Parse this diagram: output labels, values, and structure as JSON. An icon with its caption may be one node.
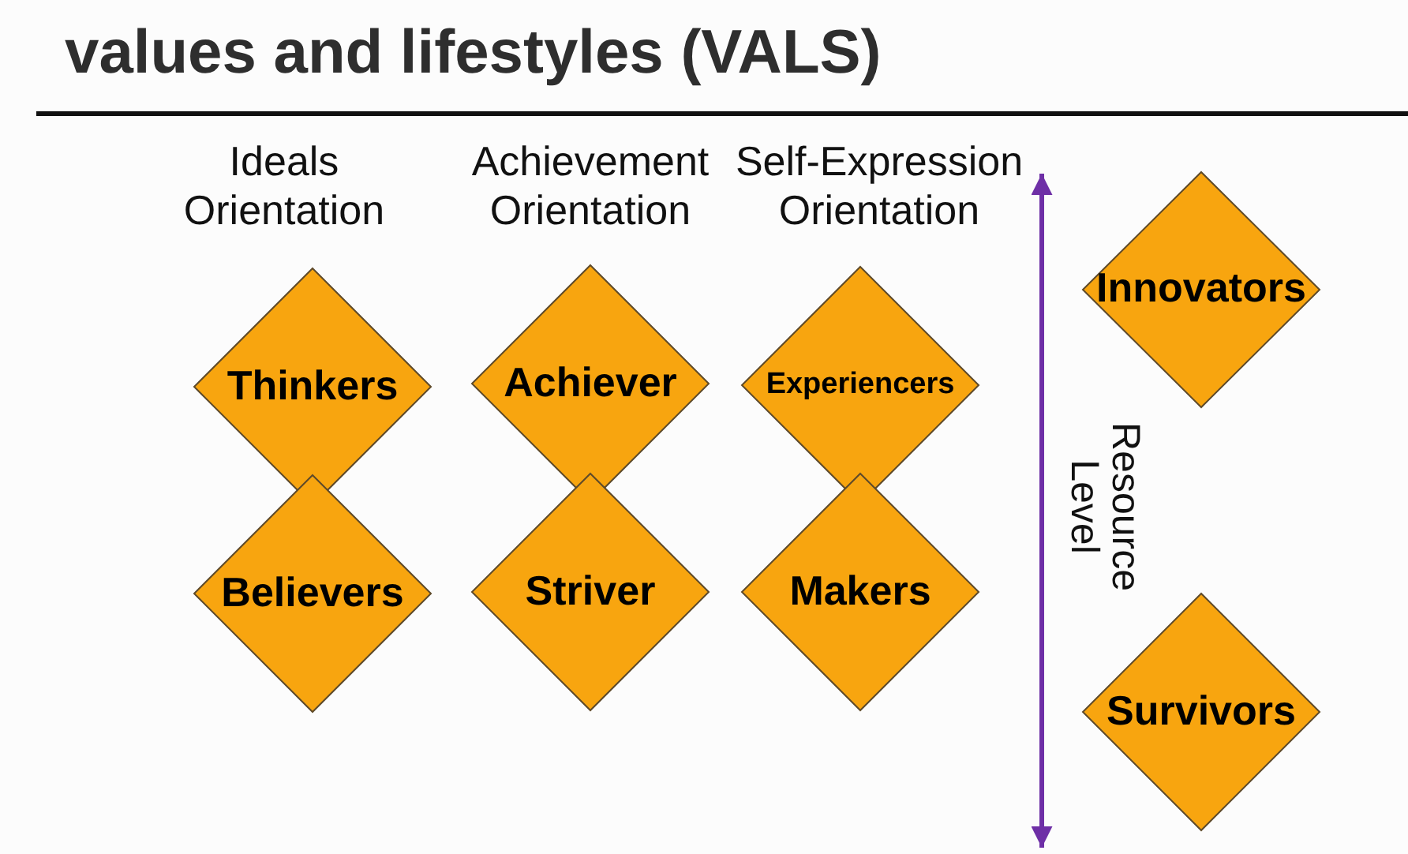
{
  "diagram": {
    "title": "values and lifestyles (VALS)",
    "nodes": [
      {
        "text": [
          "Thinkers"
        ]
      },
      {
        "text": [
          "Achiever"
        ]
      },
      {
        "text": [
          "Experiencers"
        ]
      },
      {
        "text": [
          "Innovators"
        ]
      },
      {
        "text": [
          "Believers"
        ]
      },
      {
        "text": [
          "Striver"
        ]
      },
      {
        "text": [
          "Makers"
        ]
      },
      {
        "text": [
          "Survivors"
        ]
      }
    ],
    "labels": [
      "Ideals Orientation",
      "Achievement Orientation",
      "Self-Expression Orientation",
      "Resource Level"
    ]
  }
}
